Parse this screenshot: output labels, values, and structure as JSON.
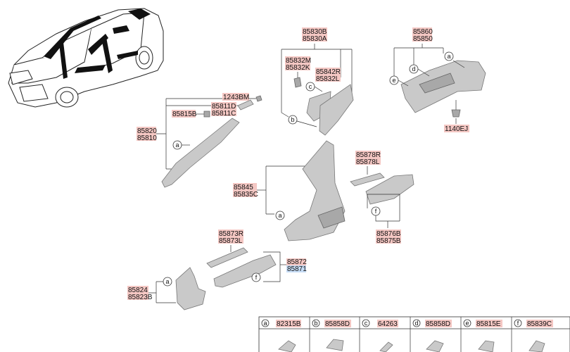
{
  "colors": {
    "label_highlight": "#f4c7c3",
    "label_highlight_blue": "#c6dcf5",
    "part_fill": "#c9c9c9"
  },
  "labels": {
    "p85830": [
      "85830B",
      "85830A"
    ],
    "p85832": [
      "85832M",
      "85832K"
    ],
    "p85842": [
      "85842R",
      "85832L"
    ],
    "p85860": [
      "85860",
      "85850"
    ],
    "p1243": "1243BM",
    "p85811": [
      "85811D",
      "85811C"
    ],
    "p85815": "85815B",
    "p85820": [
      "85820",
      "85810"
    ],
    "p1140": "1140EJ",
    "p85878": [
      "85878R",
      "85878L"
    ],
    "p85845": [
      "85845",
      "85835C"
    ],
    "p85876": [
      "85876B",
      "85875B"
    ],
    "p85873": [
      "85873R",
      "85873L"
    ],
    "p85872": [
      "85872",
      "85871"
    ],
    "p85824": [
      "85824",
      "85823B"
    ]
  },
  "callouts": {
    "a": "a",
    "b": "b",
    "c": "c",
    "d": "d",
    "e": "e",
    "f": "f"
  },
  "legend": [
    {
      "letter": "a",
      "part": "82315B"
    },
    {
      "letter": "b",
      "part": "85858D"
    },
    {
      "letter": "c",
      "part": "64263"
    },
    {
      "letter": "d",
      "part": "85858D"
    },
    {
      "letter": "e",
      "part": "85815E"
    },
    {
      "letter": "f",
      "part": "85839C"
    }
  ]
}
